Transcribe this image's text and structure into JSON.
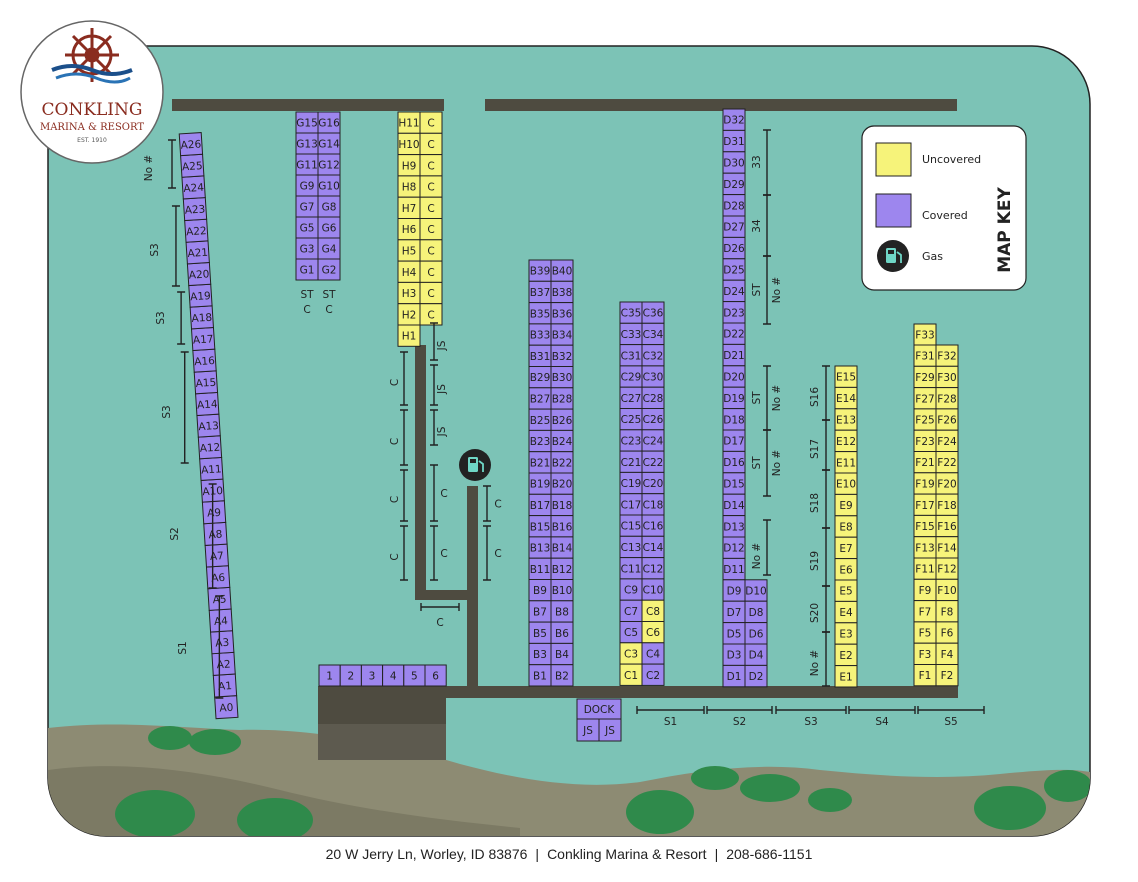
{
  "logo": {
    "name": "CONKLING",
    "sub": "MARINA & RESORT",
    "est": "EST. 1910"
  },
  "key": {
    "title": "MAP KEY",
    "uncovered": "Uncovered",
    "covered": "Covered",
    "gas": "Gas"
  },
  "colors": {
    "water": "#7cc3b6",
    "covered": "#9d86ee",
    "uncovered": "#f6f37a",
    "dock": "#4e4b40",
    "hill": "#8d8b73",
    "tree": "#2f8a4b"
  },
  "footer": {
    "address": "20 W Jerry Ln, Worley, ID 83876",
    "name": "Conkling Marina & Resort",
    "phone": "208-686-1151"
  },
  "dock_a": [
    "A0",
    "A1",
    "A2",
    "A3",
    "A4",
    "A5",
    "A6",
    "A7",
    "A8",
    "A9",
    "A10",
    "A11",
    "A12",
    "A13",
    "A14",
    "A15",
    "A16",
    "A17",
    "A18",
    "A19",
    "A20",
    "A21",
    "A22",
    "A23",
    "A24",
    "A25",
    "A26"
  ],
  "dock_a_segments": [
    "S1",
    "S2",
    "S3",
    "S3",
    "No #"
  ],
  "dock_g": {
    "left": [
      "G15",
      "G13",
      "G11",
      "G9",
      "G7",
      "G5",
      "G3",
      "G1"
    ],
    "right": [
      "G16",
      "G14",
      "G12",
      "G10",
      "G8",
      "G6",
      "G4",
      "G2"
    ],
    "labels": [
      "ST",
      "ST",
      "C",
      "C"
    ]
  },
  "dock_h": {
    "left": [
      "H11",
      "H10",
      "H9",
      "H8",
      "H7",
      "H6",
      "H5",
      "H4",
      "H3",
      "H2",
      "H1"
    ],
    "right": [
      "C",
      "C",
      "C",
      "C",
      "C",
      "C",
      "C",
      "C",
      "C",
      "C"
    ],
    "side_left": [
      "C",
      "C",
      "C",
      "C"
    ],
    "side_right": [
      "JS",
      "JS",
      "JS",
      "C",
      "C"
    ],
    "bottom": "C",
    "gas_side": [
      "C",
      "C"
    ]
  },
  "dock_b": {
    "left": [
      "B39",
      "B37",
      "B35",
      "B33",
      "B31",
      "B29",
      "B27",
      "B25",
      "B23",
      "B21",
      "B19",
      "B17",
      "B15",
      "B13",
      "B11",
      "B9",
      "B7",
      "B5",
      "B3",
      "B1"
    ],
    "right": [
      "B40",
      "B38",
      "B36",
      "B34",
      "B32",
      "B30",
      "B28",
      "B26",
      "B24",
      "B22",
      "B20",
      "B18",
      "B16",
      "B14",
      "B12",
      "B10",
      "B8",
      "B6",
      "B4",
      "B2"
    ]
  },
  "dock_c": {
    "left": [
      "C35",
      "C33",
      "C31",
      "C29",
      "C27",
      "C25",
      "C23",
      "C21",
      "C19",
      "C17",
      "C15",
      "C13",
      "C11",
      "C9",
      "C7",
      "C5",
      "C3",
      "C1"
    ],
    "right": [
      "C36",
      "C34",
      "C32",
      "C30",
      "C28",
      "C26",
      "C24",
      "C22",
      "C20",
      "C18",
      "C16",
      "C14",
      "C12",
      "C10",
      "C8",
      "C6",
      "C4",
      "C2"
    ]
  },
  "dock_d": {
    "left": [
      "D32",
      "D31",
      "D30",
      "D29",
      "D28",
      "D27",
      "D26",
      "D25",
      "D24",
      "D23",
      "D22",
      "D21",
      "D20",
      "D19",
      "D18",
      "D17",
      "D16",
      "D15",
      "D14",
      "D13",
      "D12",
      "D11",
      "D9",
      "D7",
      "D5",
      "D3",
      "D1"
    ],
    "right": [
      "D10",
      "D8",
      "D6",
      "D4",
      "D2"
    ],
    "segs": [
      "33",
      "34",
      "ST",
      "No #",
      "ST",
      "No #",
      "ST",
      "No #",
      "No #"
    ]
  },
  "dock_e": {
    "slips": [
      "E15",
      "E14",
      "E13",
      "E12",
      "E11",
      "E10",
      "E9",
      "E8",
      "E7",
      "E6",
      "E5",
      "E4",
      "E3",
      "E2",
      "E1"
    ],
    "segs": [
      "S16",
      "S17",
      "S18",
      "S19",
      "S20",
      "No #"
    ]
  },
  "dock_f": {
    "top": "F33",
    "left": [
      "F31",
      "F29",
      "F27",
      "F25",
      "F23",
      "F21",
      "F19",
      "F17",
      "F15",
      "F13",
      "F11",
      "F9",
      "F7",
      "F5",
      "F3",
      "F1"
    ],
    "right": [
      "F32",
      "F30",
      "F28",
      "F26",
      "F24",
      "F22",
      "F20",
      "F18",
      "F16",
      "F14",
      "F12",
      "F10",
      "F8",
      "F6",
      "F4",
      "F2"
    ]
  },
  "shore_slips": [
    "1",
    "2",
    "3",
    "4",
    "5",
    "6"
  ],
  "dock_label": "DOCK",
  "js_slips": [
    "JS",
    "JS"
  ],
  "bottom_segs": [
    "S1",
    "S2",
    "S3",
    "S4",
    "S5"
  ]
}
